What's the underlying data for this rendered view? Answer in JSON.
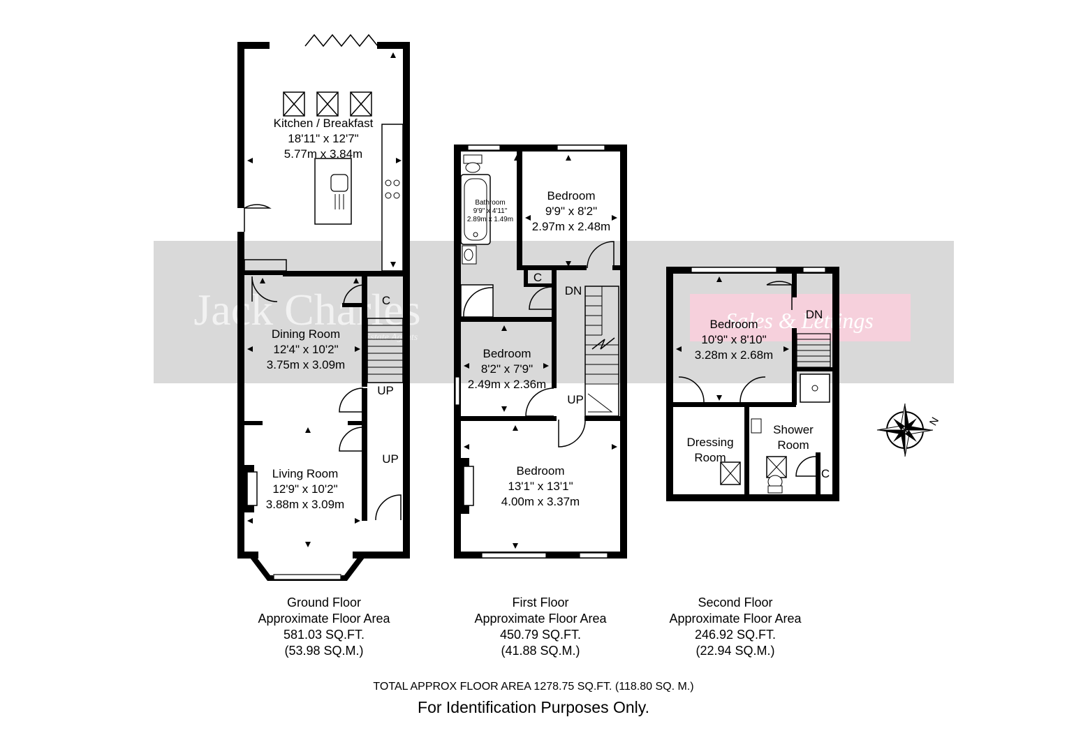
{
  "watermark": {
    "brand": "Jack Charles",
    "tagline": "Estate Agents",
    "badge": "Sales & Lettings"
  },
  "rooms": {
    "kitchen": {
      "name": "Kitchen / Breakfast",
      "imperial": "18'11\" x 12'7\"",
      "metric": "5.77m x 3.84m"
    },
    "dining": {
      "name": "Dining Room",
      "imperial": "12'4\" x 10'2\"",
      "metric": "3.75m x 3.09m"
    },
    "living": {
      "name": "Living Room",
      "imperial": "12'9\" x 10'2\"",
      "metric": "3.88m x 3.09m"
    },
    "bathroom": {
      "name": "Bathroom",
      "imperial": "9'9\" x 4'11\"",
      "metric": "2.89m x 1.49m"
    },
    "bedroom_ff_rear": {
      "name": "Bedroom",
      "imperial": "9'9\" x 8'2\"",
      "metric": "2.97m x 2.48m"
    },
    "bedroom_ff_small": {
      "name": "Bedroom",
      "imperial": "8'2\" x 7'9\"",
      "metric": "2.49m x 2.36m"
    },
    "bedroom_ff_front": {
      "name": "Bedroom",
      "imperial": "13'1\" x 13'1\"",
      "metric": "4.00m x 3.37m"
    },
    "bedroom_sf": {
      "name": "Bedroom",
      "imperial": "10'9\" x 8'10\"",
      "metric": "3.28m x 2.68m"
    },
    "dressing": {
      "line1": "Dressing",
      "line2": "Room"
    },
    "shower": {
      "line1": "Shower",
      "line2": "Room"
    }
  },
  "markers": {
    "cupboard": "C",
    "up": "UP",
    "down": "DN",
    "north": "N"
  },
  "floors": [
    {
      "name": "Ground Floor",
      "label": "Approximate Floor Area",
      "sqft": "581.03 SQ.FT.",
      "sqm": "(53.98 SQ.M.)"
    },
    {
      "name": "First Floor",
      "label": "Approximate Floor Area",
      "sqft": "450.79 SQ.FT.",
      "sqm": "(41.88 SQ.M.)"
    },
    {
      "name": "Second Floor",
      "label": "Approximate Floor Area",
      "sqft": "246.92 SQ.FT.",
      "sqm": "(22.94 SQ.M.)"
    }
  ],
  "footer": {
    "total": "TOTAL APPROX FLOOR AREA 1278.75 SQ.FT. (118.80 SQ. M.)",
    "disclaimer": "For Identification Purposes Only."
  },
  "colors": {
    "watermark_band": "#d9d9d9",
    "watermark_badge": "#f6d0dc",
    "wall": "#000000"
  }
}
